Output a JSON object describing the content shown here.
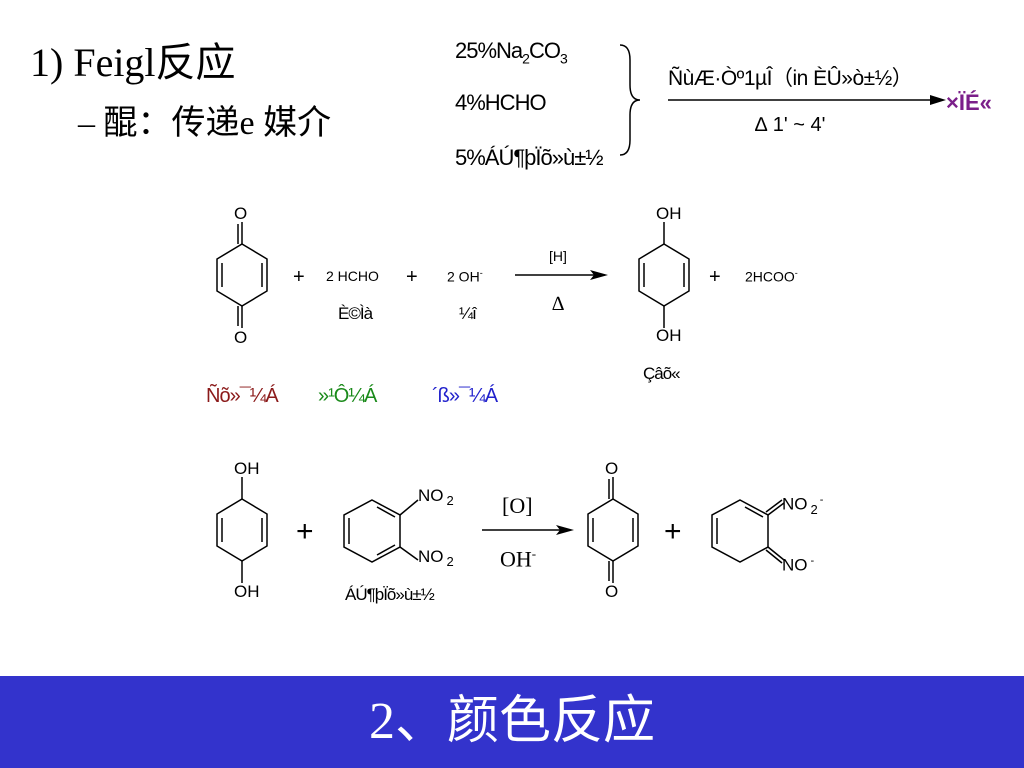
{
  "heading": {
    "title": "1) Feigl反应",
    "subtitle": "– 醌：传递e 媒介"
  },
  "reagents": {
    "line1_pre": "25%Na",
    "line1_sub1": "2",
    "line1_mid": "CO",
    "line1_sub2": "3",
    "line2": "4%HCHO",
    "line3": "5%ÁÚ¶þÏõ»ù±½",
    "arrow_top": "ÑùÆ·Òº1µÎ（in ÈÛ»ò±½）",
    "arrow_bottom": "∆ 1' ~ 4'",
    "result": "×ÏÉ«",
    "result_color": "#7b1f8a"
  },
  "reaction1": {
    "quinone_o_top": "O",
    "quinone_o_bottom": "O",
    "plus1": "+",
    "hcho": "2 HCHO",
    "plus2": "+",
    "oh_base": "2 OH",
    "oh_sup": "-",
    "cond_top": "[H]",
    "cond_bottom": "∆",
    "hq_oh_top": "OH",
    "hq_oh_bottom": "OH",
    "plus3": "+",
    "formate": "2HCOO",
    "formate_sup": "-",
    "hcho_label": "È©Ìà",
    "oh_label": "¼î",
    "hq_label": "Çâõ«"
  },
  "roles": {
    "oxidant": "Ñõ»¯¼Á",
    "oxidant_color": "#8b1a1a",
    "catalyst": "»¹Ô­¼Á",
    "catalyst_color": "#1a8a1a",
    "mediator": "´ß»¯¼Á",
    "mediator_color": "#2222cc"
  },
  "reaction2": {
    "hq_oh_top": "OH",
    "hq_oh_bottom": "OH",
    "plus1": "+",
    "no2_top": "NO",
    "no2_top_sub": "2",
    "no2_bottom": "NO",
    "no2_bottom_sub": "2",
    "dinitro_label": "ÁÚ¶þÏõ»ù±½",
    "cond_top": "[O]",
    "cond_bottom": "OH",
    "cond_bottom_sup": "-",
    "q_o_top": "O",
    "q_o_bottom": "O",
    "plus2": "+",
    "p_no2": "NO",
    "p_no2_sub": "2",
    "p_no2_sup": "-",
    "p_no": "NO",
    "p_no_sup": "-"
  },
  "banner": {
    "title": "2、颜色反应",
    "color": "#3333cc"
  }
}
